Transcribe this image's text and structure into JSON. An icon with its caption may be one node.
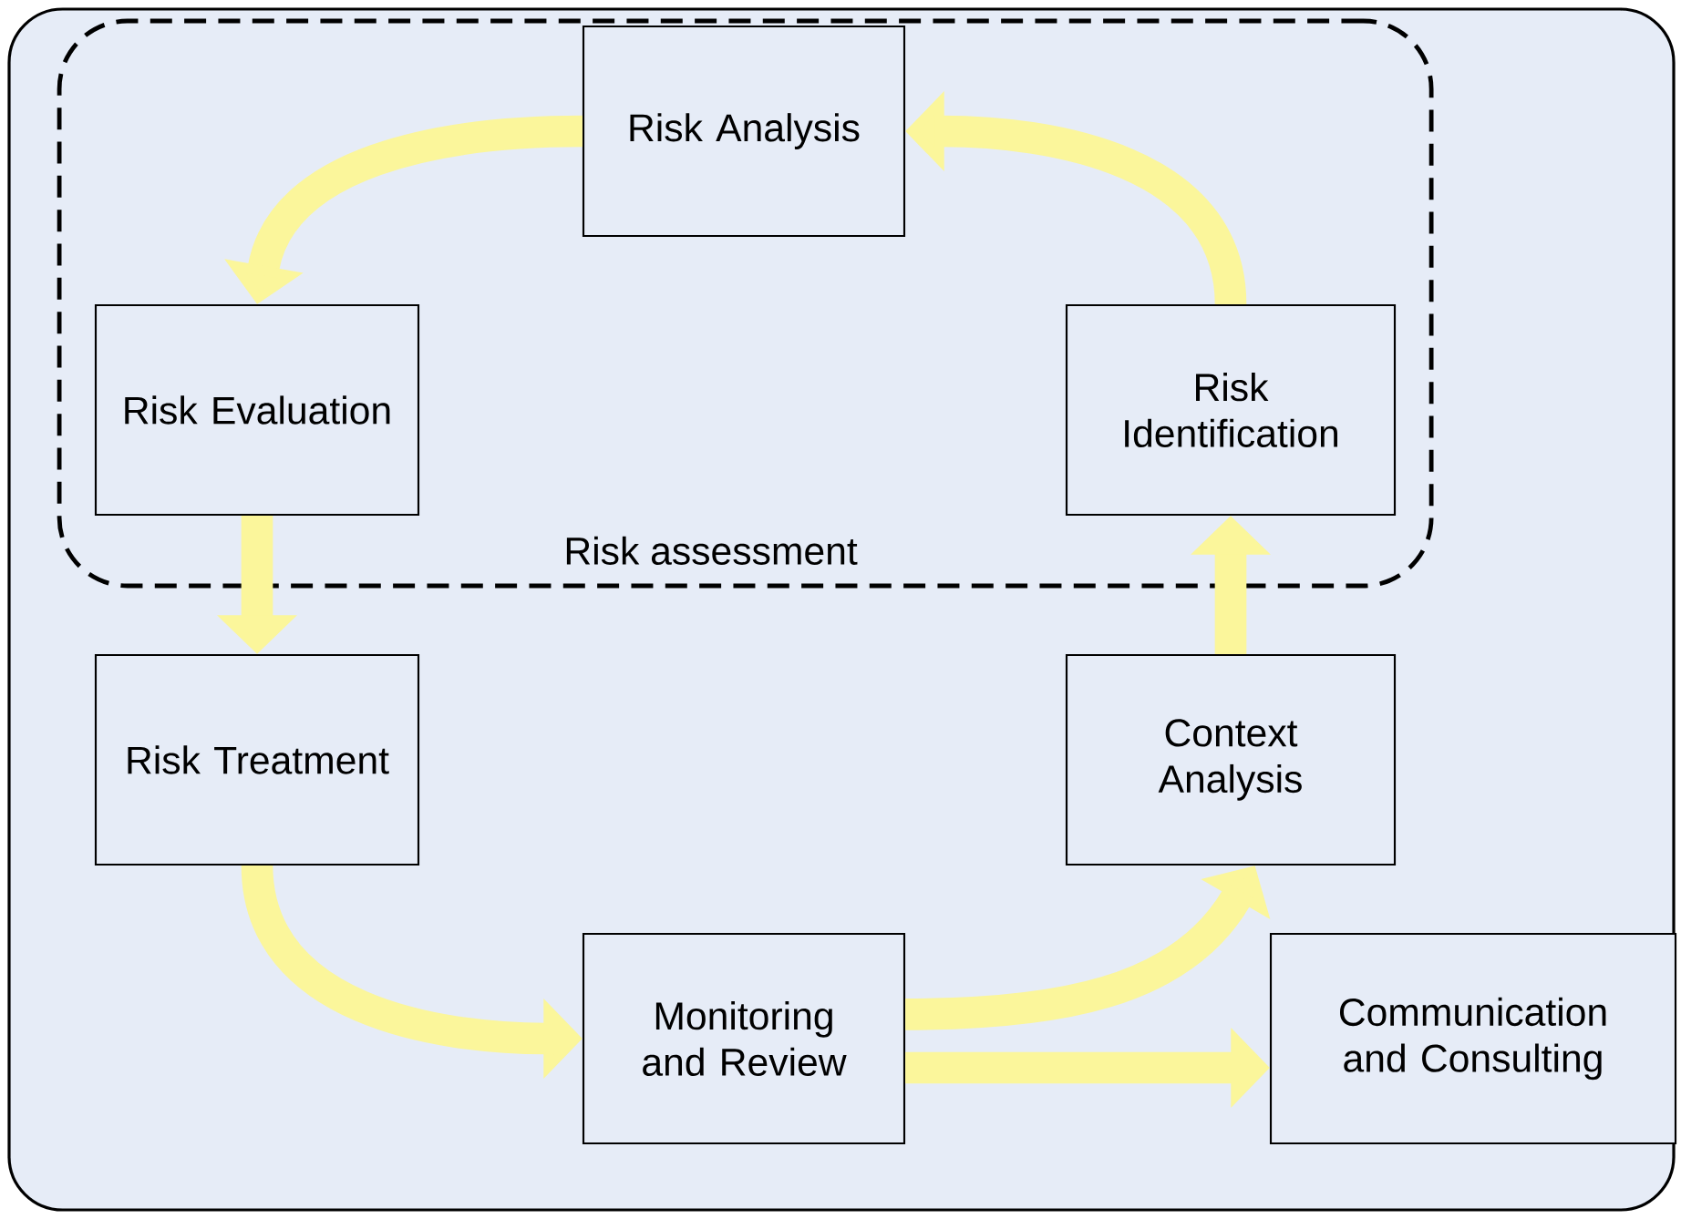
{
  "diagram": {
    "nodes": [
      {
        "text": [
          "Risk assessment"
        ]
      },
      {
        "text": [
          "Risk Analysis"
        ],
        "in": 0
      },
      {
        "text": [
          "Risk Evaluation"
        ],
        "in": 0
      },
      {
        "text": [
          "Risk Identification"
        ],
        "in": 0
      },
      {
        "text": [
          "Risk Treatment"
        ]
      },
      {
        "text": [
          "Context Analysis"
        ]
      },
      {
        "text": [
          "Monitoring and Review"
        ]
      },
      {
        "text": [
          "Communication and Consulting"
        ]
      }
    ],
    "edges": [
      {
        "from": 3,
        "to": 1,
        "arrow": "to"
      },
      {
        "from": 1,
        "to": 2,
        "arrow": "to"
      },
      {
        "from": 2,
        "to": 4,
        "arrow": "to"
      },
      {
        "from": 4,
        "to": 6,
        "arrow": "to"
      },
      {
        "from": 6,
        "to": 5,
        "arrow": "to"
      },
      {
        "from": 6,
        "to": 7,
        "arrow": "to"
      },
      {
        "from": 5,
        "to": 3,
        "arrow": "to"
      }
    ]
  }
}
